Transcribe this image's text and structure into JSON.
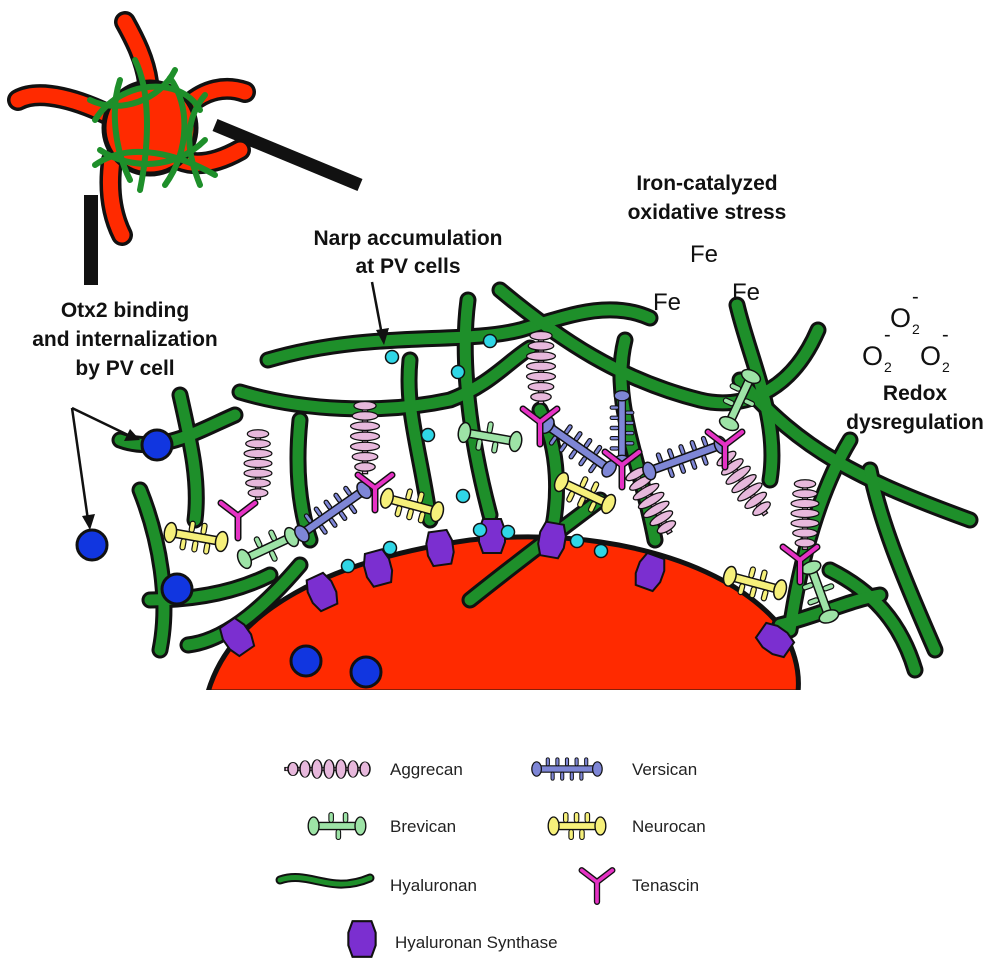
{
  "annotations": {
    "iron_line1": "Iron-catalyzed",
    "iron_line2": "oxidative stress",
    "fe": "Fe",
    "narp_line1": "Narp accumulation",
    "narp_line2": "at PV cells",
    "otx2_line1": "Otx2 binding",
    "otx2_line2": "and internalization",
    "otx2_line3": "by PV cell",
    "o2": "O",
    "o2_sub": "2",
    "o2_sup": "-",
    "redox_line1": "Redox",
    "redox_line2": "dysregulation"
  },
  "legend": {
    "aggrecan": "Aggrecan",
    "versican": "Versican",
    "brevican": "Brevican",
    "neurocan": "Neurocan",
    "hyaluronan": "Hyaluronan",
    "tenascin": "Tenascin",
    "hyaluronan_synthase": "Hyaluronan Synthase"
  },
  "colors": {
    "cell": "#ff2a00",
    "hyaluronan": "#1e8f2a",
    "aggrecan": "#e7b8dc",
    "versican": "#7e86d6",
    "brevican": "#9de3a6",
    "neurocan": "#f6f07a",
    "tenascin": "#e532c4",
    "synthase": "#7b2fd0",
    "otx2": "#1136e0",
    "narp": "#2fd6e6"
  }
}
